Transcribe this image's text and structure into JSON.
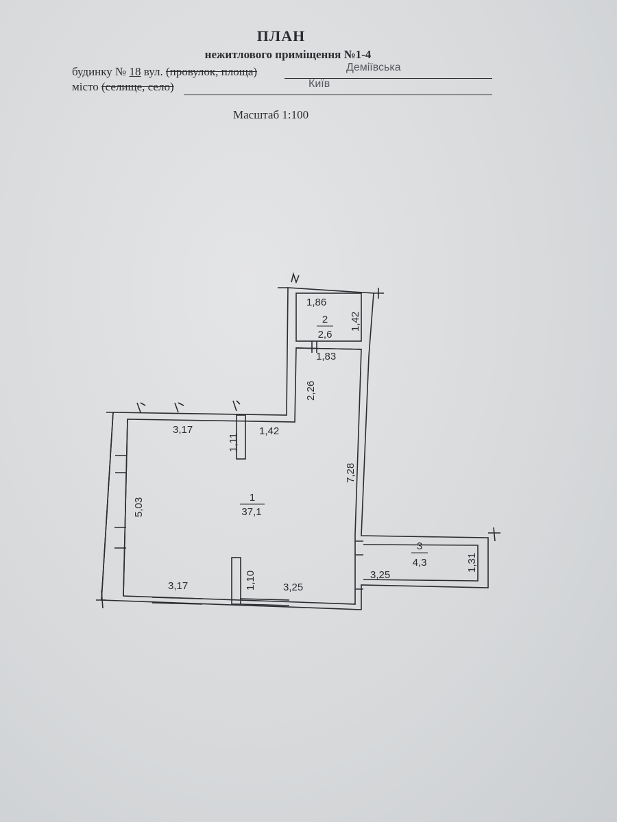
{
  "header": {
    "title": "ПЛАН",
    "subtitle": "нежитлового приміщення №1-4",
    "building_prefix": "будинку №",
    "building_number": "18",
    "street_prefix": "вул.",
    "street_struck": "(провулок, площа)",
    "street_value": "Деміївська",
    "city_prefix": "місто",
    "city_struck": "(селище, село)",
    "city_value": "Київ",
    "scale": "Масштаб 1:100"
  },
  "plan": {
    "rooms": [
      {
        "number": "1",
        "area": "37,1"
      },
      {
        "number": "2",
        "area": "2,6"
      },
      {
        "number": "3",
        "area": "4,3"
      }
    ],
    "dimensions": [
      "1,86",
      "1,42",
      "1,83",
      "2,26",
      "3,17",
      "1,11",
      "1,42",
      "7,28",
      "5,03",
      "1,10",
      "3,17",
      "3,25",
      "3,25",
      "1,31"
    ]
  }
}
